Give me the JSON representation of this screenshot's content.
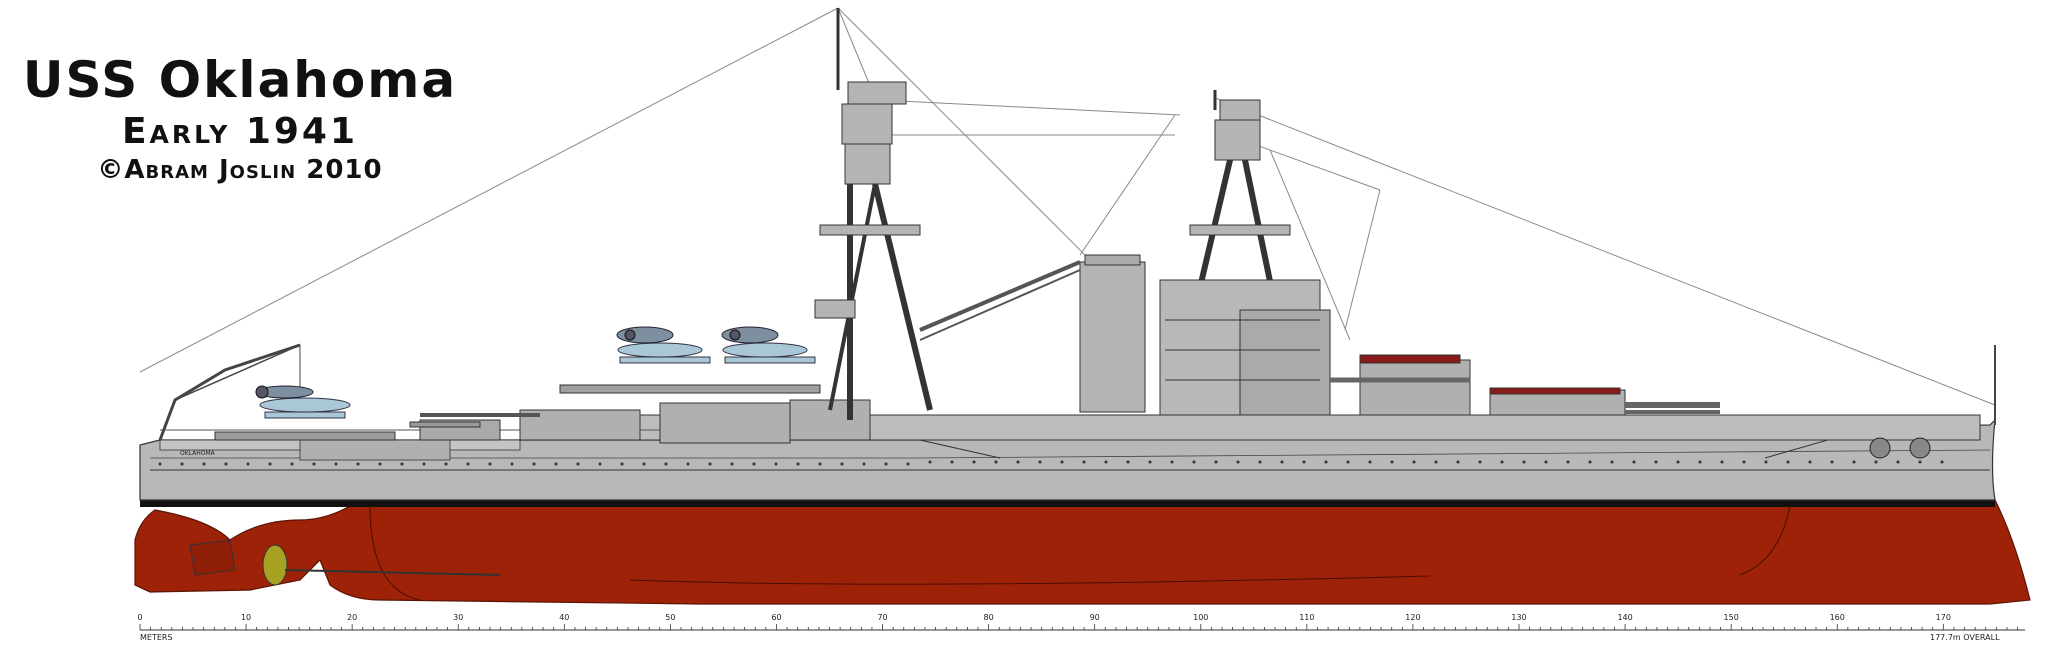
{
  "title": {
    "line1": "USS Oklahoma",
    "line2": "Early 1941",
    "line3": "©Abram Joslin 2010"
  },
  "hull_name": "OKLAHOMA",
  "colors": {
    "hull_red": "#9e2208",
    "superstructure_gray": "#b4b4b4",
    "deck_gray": "#c8c8c8",
    "boot_black": "#111111",
    "propeller_yellow": "#a8a020",
    "rigging": "#888888"
  },
  "scale": {
    "unit_label": "METERS",
    "overall_label": "177.7m OVERALL",
    "major_ticks": [
      "0",
      "10",
      "20",
      "30",
      "40",
      "50",
      "60",
      "70",
      "80",
      "90",
      "100",
      "110",
      "120",
      "130",
      "140",
      "150",
      "160",
      "170"
    ]
  }
}
